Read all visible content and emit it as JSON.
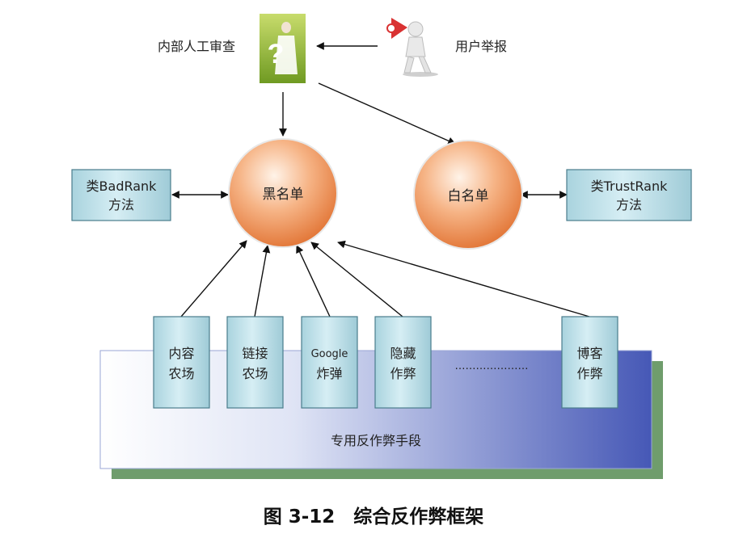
{
  "top": {
    "manual_review": "内部人工审查",
    "user_report": "用户举报"
  },
  "nodes": {
    "blacklist": "黑名单",
    "whitelist": "白名单",
    "badrank_line1": "类BadRank",
    "badrank_line2": "方法",
    "trustrank_line1": "类TrustRank",
    "trustrank_line2": "方法"
  },
  "techniques": [
    {
      "line1": "内容",
      "line2": "农场"
    },
    {
      "line1": "链接",
      "line2": "农场"
    },
    {
      "line1": "Google",
      "line2": "炸弹"
    },
    {
      "line1": "隐藏",
      "line2": "作弊"
    },
    {
      "line1": "博客",
      "line2": "作弊"
    }
  ],
  "dots": "…………………",
  "platform_label": "专用反作弊手段",
  "caption": "图 3-12　综合反作弊框架",
  "colors": {
    "box_fill": "#c3e4ec",
    "box_border": "#4a7d8c",
    "circle_light": "#fde3cf",
    "circle_dark": "#e8793a",
    "platform_light": "#ffffff",
    "platform_dark": "#4658b6",
    "platform_shadow": "#6f9d6c"
  }
}
